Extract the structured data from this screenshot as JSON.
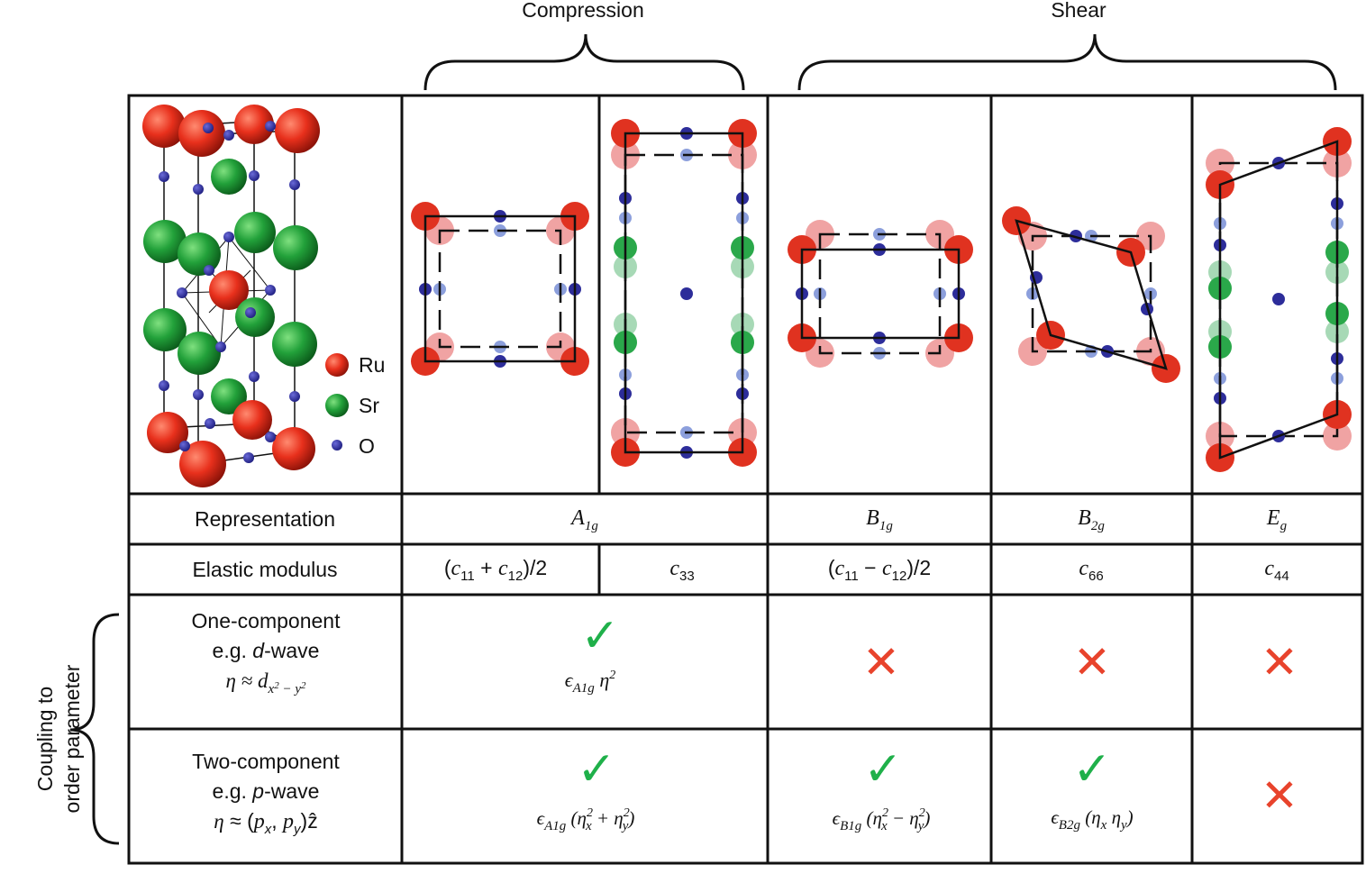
{
  "headers": {
    "compression": "Compression",
    "shear": "Shear"
  },
  "legend": {
    "ru": "Ru",
    "sr": "Sr",
    "o": "O"
  },
  "colors": {
    "ru": "#e8301c",
    "ru_faded": "#f0a3a3",
    "sr": "#2aa84a",
    "sr_faded": "#a7d9b6",
    "o": "#2d2d9a",
    "o_faded": "#8c9fdc",
    "check": "#1fb04a",
    "cross": "#e8432c"
  },
  "rows": {
    "representation": "Representation",
    "elastic_modulus": "Elastic modulus",
    "one_component": [
      "One-component",
      "e.g. d-wave"
    ],
    "two_component": [
      "Two-component",
      "e.g. p-wave"
    ],
    "coupling": [
      "Coupling to",
      "order parameter"
    ]
  },
  "representations": [
    "A1g",
    "B1g",
    "B2g",
    "Eg"
  ],
  "moduli": [
    "(c11 + c12)/2",
    "c33",
    "(c11 − c12)/2",
    "c66",
    "c44"
  ],
  "one_component_cells": [
    "check",
    "cross",
    "cross",
    "cross"
  ],
  "two_component_cells": [
    "check",
    "check",
    "check",
    "cross"
  ],
  "marks": {
    "check": "✓",
    "cross": "✕"
  },
  "couplings": {
    "one_A1g": "ϵA1g η2",
    "two_A1g": "ϵA1g (ηx2 + ηy2)",
    "two_B1g": "ϵB1g (ηx2 − ηy2)",
    "two_B2g": "ϵB2g (ηx ηy)"
  }
}
